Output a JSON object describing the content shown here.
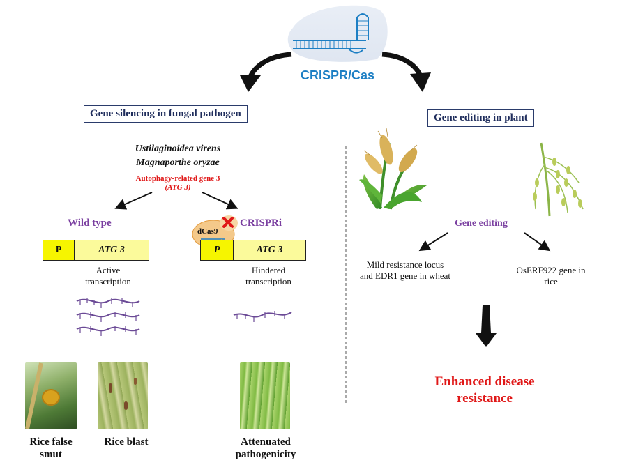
{
  "header": {
    "crispr_label": "CRISPR/Cas"
  },
  "left_panel": {
    "title": "Gene silencing in fungal pathogen",
    "pathogen_1": "Ustilaginoidea virens",
    "pathogen_2": "Magnaporthe oryzae",
    "gene_name": "Autophagy-related gene 3",
    "gene_abbrev": "(ATG 3)",
    "wild_type": {
      "label": "Wild type",
      "promoter": "P",
      "gene": "ATG 3",
      "transcription_line1": "Active",
      "transcription_line2": "transcription"
    },
    "crispri": {
      "label": "CRISPRi",
      "dcas9": "dCas9",
      "promoter": "P",
      "gene": "ATG 3",
      "transcription_line1": "Hindered",
      "transcription_line2": "transcription"
    },
    "photos": [
      {
        "line1": "Rice false",
        "line2": "smut"
      },
      {
        "line1": "Rice blast",
        "line2": ""
      },
      {
        "line1": "Attenuated",
        "line2": "pathogenicity"
      }
    ]
  },
  "right_panel": {
    "title": "Gene editing in plant",
    "editing_label": "Gene editing",
    "wheat_line1": "Mild resistance locus",
    "wheat_line2": "and EDR1 gene in wheat",
    "rice_line1": "OsERF922 gene in",
    "rice_line2": "rice",
    "outcome_line1": "Enhanced disease",
    "outcome_line2": "resistance"
  },
  "colors": {
    "crispr_blue": "#1d7fc4",
    "title_navy": "#1f2d5c",
    "purple": "#7a3fa0",
    "red": "#e01818",
    "gene_yellow": "#fbfa9b",
    "promoter_yellow": "#f6f500",
    "mrna_purple": "#6b4a96"
  }
}
